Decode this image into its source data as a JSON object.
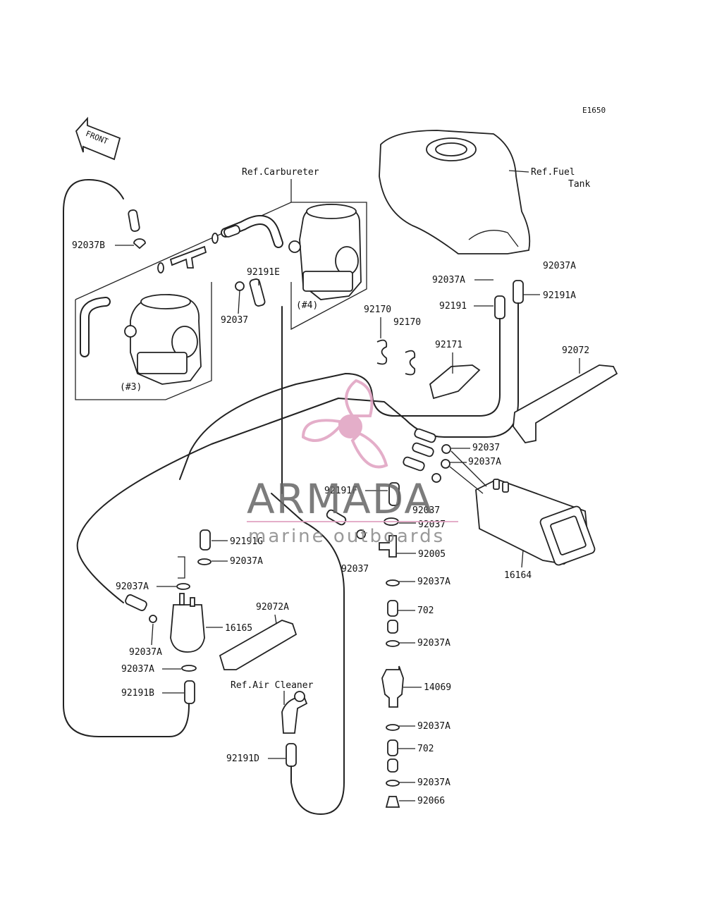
{
  "diagram_code": "E1650",
  "front_arrow_label": "FRONT",
  "refs": {
    "carburetor": "Ref.Carbureter",
    "fuel_tank_line1": "Ref.Fuel",
    "fuel_tank_line2": "Tank",
    "air_cleaner": "Ref.Air Cleaner"
  },
  "carburetor_labels": {
    "c3": "(#3)",
    "c4": "(#4)"
  },
  "parts": {
    "p_92037B": "92037B",
    "p_92191E": "92191E",
    "p_92037_carb": "92037",
    "p_92037A_tank1": "92037A",
    "p_92037A_tank2": "92037A",
    "p_92191A": "92191A",
    "p_92191": "92191",
    "p_92170a": "92170",
    "p_92170b": "92170",
    "p_92171": "92171",
    "p_92072": "92072",
    "p_92037_c1": "92037",
    "p_92037A_c1": "92037A",
    "p_92191F": "92191F",
    "p_92037_c2": "92037",
    "p_92037_c3": "92037",
    "p_92005": "92005",
    "p_92037_c4": "92037",
    "p_16164": "16164",
    "p_92191G": "92191G",
    "p_92037A_l1": "92037A",
    "p_92037A_l2": "92037A",
    "p_16165": "16165",
    "p_92037A_l3": "92037A",
    "p_92037A_l4": "92037A",
    "p_92191B": "92191B",
    "p_92072A": "92072A",
    "p_92191D": "92191D",
    "p_92037A_r1": "92037A",
    "p_702a": "702",
    "p_92037A_r2": "92037A",
    "p_14069": "14069",
    "p_92037A_r3": "92037A",
    "p_702b": "702",
    "p_92037A_r4": "92037A",
    "p_92066": "92066"
  },
  "watermark": {
    "brand": "ARMADA",
    "tagline": "marine outboards",
    "color": "#e0a0c0"
  }
}
